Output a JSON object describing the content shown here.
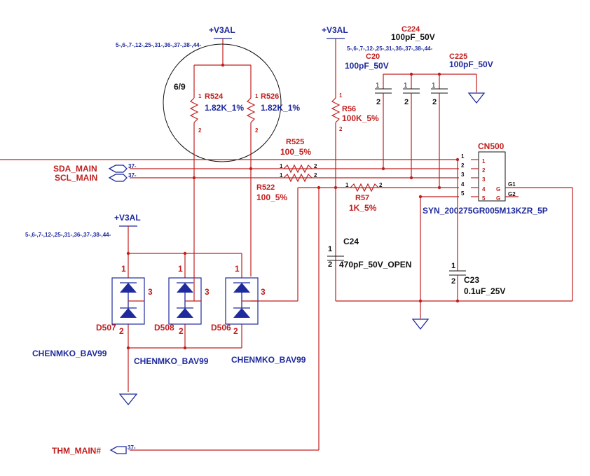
{
  "power": {
    "v3al_1": "+V3AL",
    "v3al_2": "+V3AL",
    "v3al_3": "+V3AL",
    "sheet_refs": "5-,6-,7-,12-,25-,31-,36-,37-,38-,44-"
  },
  "circle_label": "6/9",
  "signals": {
    "sda": "SDA_MAIN",
    "scl": "SCL_MAIN",
    "thm": "THM_MAIN#",
    "ref": "37-"
  },
  "resistors": {
    "r524": {
      "ref": "R524",
      "value": "1.82K_1%"
    },
    "r526": {
      "ref": "R526",
      "value": "1.82K_1%"
    },
    "r56": {
      "ref": "R56",
      "value": "100K_5%"
    },
    "r525": {
      "ref": "R525",
      "value": "100_5%"
    },
    "r522": {
      "ref": "R522",
      "value": "100_5%"
    },
    "r57": {
      "ref": "R57",
      "value": "1K_5%"
    }
  },
  "capacitors": {
    "c224": {
      "ref": "C224",
      "value": "100pF_50V"
    },
    "c20": {
      "ref": "C20",
      "value": "100pF_50V"
    },
    "c225": {
      "ref": "C225",
      "value": "100pF_50V"
    },
    "c24": {
      "ref": "C24",
      "value": "470pF_50V_OPEN"
    },
    "c23": {
      "ref": "C23",
      "value": "0.1uF_25V"
    }
  },
  "connector": {
    "ref": "CN500",
    "part": "SYN_200275GR005M13KZR_5P",
    "pins": [
      "1",
      "2",
      "3",
      "4",
      "5"
    ],
    "inner_pins": [
      "1",
      "2",
      "3",
      "4",
      "5"
    ],
    "g_labels": [
      "G",
      "G"
    ],
    "g_pins": [
      "G1",
      "G2"
    ]
  },
  "diodes": {
    "d507": "D507",
    "d508": "D508",
    "d506": "D506",
    "part": "CHENMKO_BAV99"
  },
  "pin_labels": {
    "p1": "1",
    "p2": "2",
    "p3": "3"
  }
}
